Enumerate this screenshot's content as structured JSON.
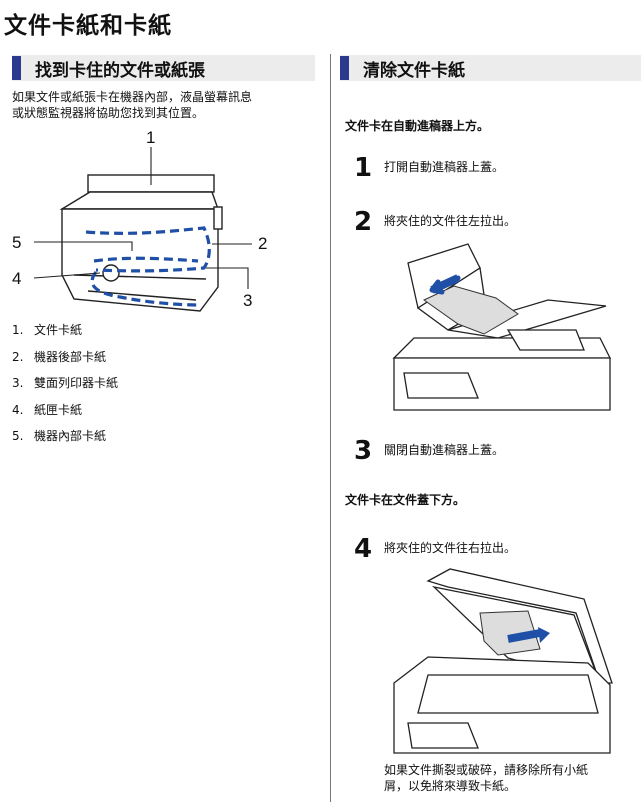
{
  "page_title": "文件卡紙和卡紙",
  "left": {
    "heading": "找到卡住的文件或紙張",
    "intro_lines": [
      "如果文件或紙張卡在機器內部，液晶螢幕訊息",
      "或狀態監視器將協助您找到其位置。"
    ],
    "callouts": [
      "1",
      "2",
      "3",
      "4",
      "5"
    ],
    "items": [
      {
        "num": "1.",
        "label": "文件卡紙"
      },
      {
        "num": "2.",
        "label": "機器後部卡紙"
      },
      {
        "num": "3.",
        "label": "雙面列印器卡紙"
      },
      {
        "num": "4.",
        "label": "紙匣卡紙"
      },
      {
        "num": "5.",
        "label": "機器內部卡紙"
      }
    ]
  },
  "right": {
    "heading": "清除文件卡紙",
    "sub1": "文件卡在自動進稿器上方。",
    "steps1": [
      {
        "num": "1",
        "text": "打開自動進稿器上蓋。"
      },
      {
        "num": "2",
        "text": "將夾住的文件往左拉出。"
      },
      {
        "num": "3",
        "text": "關閉自動進稿器上蓋。"
      }
    ],
    "sub2": "文件卡在文件蓋下方。",
    "step4": {
      "num": "4",
      "text": "將夾住的文件往右拉出。"
    },
    "note_lines": [
      "如果文件撕裂或破碎，請移除所有小紙",
      "屑，以免將來導致卡紙。"
    ]
  }
}
